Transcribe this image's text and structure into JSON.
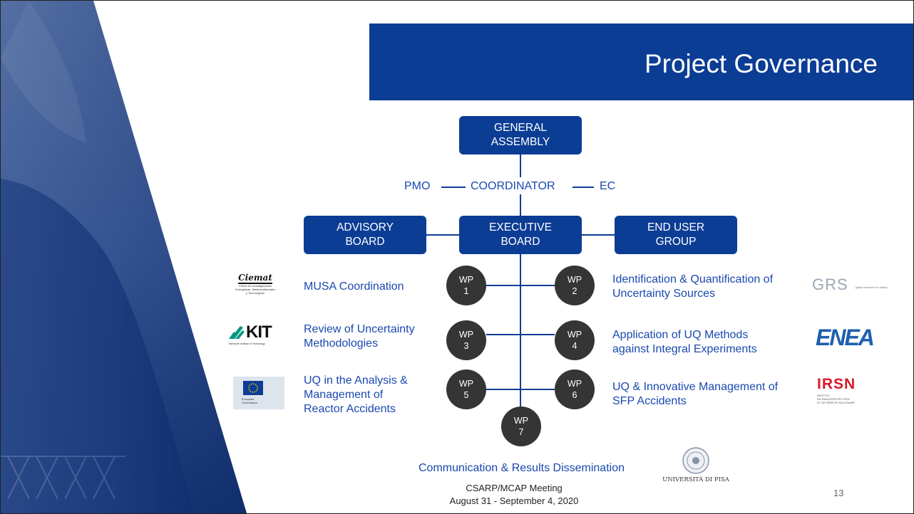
{
  "slide": {
    "title": "Project Governance",
    "page_number": "13",
    "footer_line1": "CSARP/MCAP Meeting",
    "footer_line2": "August 31 - September 4, 2020"
  },
  "governance": {
    "general_assembly": [
      "GENERAL",
      "ASSEMBLY"
    ],
    "pmo": "PMO",
    "coordinator": "COORDINATOR",
    "ec": "EC",
    "advisory_board": [
      "ADVISORY",
      "BOARD"
    ],
    "executive_board": [
      "EXECUTIVE",
      "BOARD"
    ],
    "end_user_group": [
      "END USER",
      "GROUP"
    ]
  },
  "work_packages": [
    {
      "id": "1",
      "label": "WP",
      "text": [
        "MUSA Coordination"
      ],
      "partner_logo": "ciemat-logo"
    },
    {
      "id": "2",
      "label": "WP",
      "text": [
        "Identification & Quantification of",
        "Uncertainty Sources"
      ],
      "partner_logo": "grs-logo"
    },
    {
      "id": "3",
      "label": "WP",
      "text": [
        "Review of Uncertainty",
        "Methodologies"
      ],
      "partner_logo": "kit-logo"
    },
    {
      "id": "4",
      "label": "WP",
      "text": [
        "Application of UQ Methods",
        "against Integral Experiments"
      ],
      "partner_logo": "enea-logo"
    },
    {
      "id": "5",
      "label": "WP",
      "text": [
        "UQ in the Analysis &",
        "Management of",
        "Reactor Accidents"
      ],
      "partner_logo": "european-commission-logo"
    },
    {
      "id": "6",
      "label": "WP",
      "text": [
        "UQ & Innovative Management of",
        "SFP Accidents"
      ],
      "partner_logo": "irsn-logo"
    },
    {
      "id": "7",
      "label": "WP",
      "text": [
        "Communication & Results Dissemination"
      ],
      "partner_logo": "universita-di-pisa-logo"
    }
  ],
  "logos": {
    "ciemat": {
      "name": "Ciemat",
      "sub": [
        "Centro de Investigaciones",
        "Energéticas, Medioambientales",
        "y Tecnológicas"
      ]
    },
    "kit": {
      "name": "KIT",
      "sub": "Karlsruhe Institute of Technology"
    },
    "ec": {
      "sub": [
        "European",
        "Commission"
      ]
    },
    "grs": {
      "name": "GRS",
      "sub": "global research for safety"
    },
    "enea": {
      "name": "ENEA"
    },
    "irsn": {
      "name": "IRSN",
      "sub": [
        "INSTITUT",
        "DE RADIOPROTECTION",
        "ET DE SÛRETÉ NUCLÉAIRE"
      ]
    },
    "pisa": {
      "name": "UNIVERSITÀ DI PISA"
    }
  },
  "colors": {
    "brand_blue": "#0c3d95",
    "text_blue": "#1a48b0",
    "wp_circle": "#353535"
  }
}
